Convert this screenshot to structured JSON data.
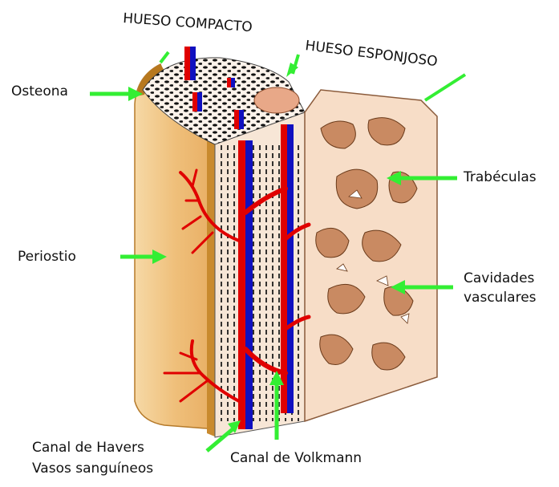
{
  "labels": {
    "compact_bone": "HUESO COMPACTO",
    "spongy_bone": "HUESO ESPONJOSO",
    "osteon": "Osteona",
    "trabeculae": "Trabéculas",
    "periosteum": "Periostio",
    "vascular_cavities_line1": "Cavidades",
    "vascular_cavities_line2": "vasculares",
    "haversian_line1": "Canal de Havers",
    "haversian_line2": "Vasos sanguíneos",
    "volkmann": "Canal de Volkmann"
  },
  "colors": {
    "arrow": "#33ee33",
    "periosteum_light": "#f2c98a",
    "periosteum_dark": "#c98a2e",
    "bone_fill": "#f7ddc7",
    "trabecula": "#c98a62",
    "vessel_red": "#e00000",
    "vessel_blue": "#1010c0",
    "lacuna": "#111111"
  }
}
